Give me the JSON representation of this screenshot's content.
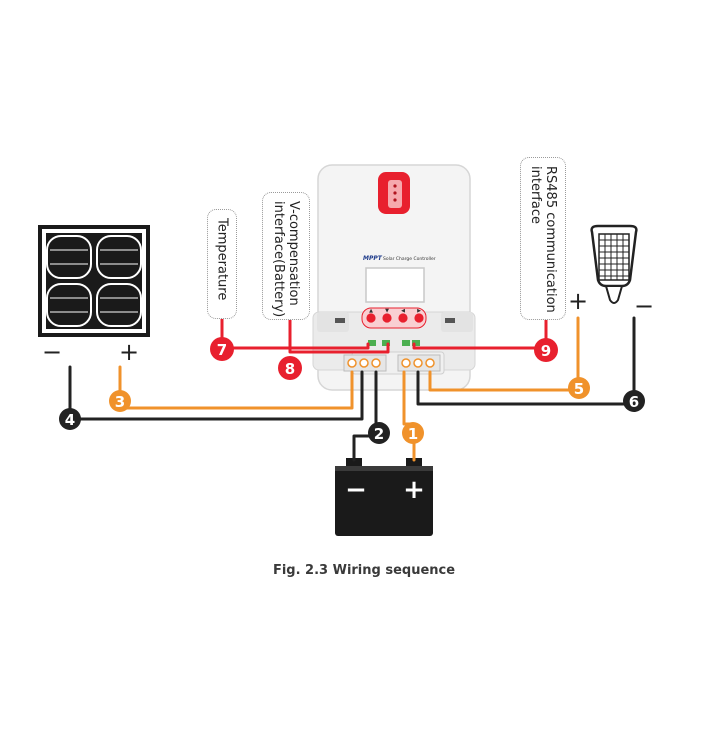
{
  "figure": {
    "caption": "Fig. 2.3 Wiring sequence"
  },
  "controller": {
    "brand": "MPPT",
    "subtitle": "Solar Charge Controller",
    "buttons": [
      "▲",
      "▼",
      "◀",
      "▶"
    ]
  },
  "labels": {
    "temperature": "Temperature",
    "vcomp": "V-compensation\ninterface(Battery)",
    "rs485": "RS485 communication\ninterface"
  },
  "polarity": {
    "panel_minus": "−",
    "panel_plus": "+",
    "load_plus": "+",
    "load_minus": "−",
    "battery_minus": "−",
    "battery_plus": "+"
  },
  "steps": [
    {
      "num": "1",
      "color": "#f0922b"
    },
    {
      "num": "2",
      "color": "#222222"
    },
    {
      "num": "3",
      "color": "#f0922b"
    },
    {
      "num": "4",
      "color": "#222222"
    },
    {
      "num": "5",
      "color": "#f0922b"
    },
    {
      "num": "6",
      "color": "#222222"
    },
    {
      "num": "7",
      "color": "#e8202e"
    },
    {
      "num": "8",
      "color": "#e8202e"
    },
    {
      "num": "9",
      "color": "#e8202e"
    }
  ],
  "colors": {
    "orange": "#f0922b",
    "black": "#222222",
    "red": "#e8202e",
    "green": "#4caf50"
  },
  "icons": {
    "panel": "solar-panel-icon",
    "battery": "battery-icon",
    "lamp": "street-lamp-icon"
  }
}
